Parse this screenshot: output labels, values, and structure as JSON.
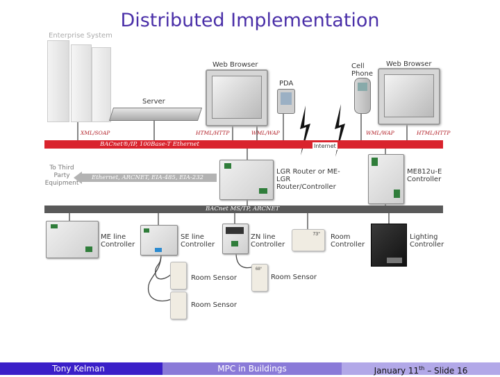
{
  "title": "Distributed Implementation",
  "labels": {
    "enterprise": "Enterprise System",
    "web_browser": "Web Browser",
    "server": "Server",
    "pda": "PDA",
    "cell_phone": "Cell Phone",
    "internet": "Internet",
    "third_party": "To Third Party Equipment",
    "lgr": "LGR Router or ME-LGR Router/Controller",
    "me812": "ME812u-E Controller",
    "me_line": "ME line Controller",
    "se_line": "SE line Controller",
    "zn_line": "ZN line Controller",
    "room_ctrl": "Room Controller",
    "lighting": "Lighting Controller",
    "room_sensor": "Room Sensor",
    "thermostat_reading": "73°",
    "sensor_reading": "68°"
  },
  "buses": {
    "ethernet": "BACnet®/IP, 100Base-T Ethernet",
    "legacy": "Ethernet, ARCNET, EIA-485, EIA-232",
    "mstp": "BACnet MS/TP, ARCNET"
  },
  "protocols": {
    "xml_soap": "XML/SOAP",
    "html_http": "HTML/HTTP",
    "wml_wap": "WML/WAP"
  },
  "footer": {
    "author": "Tony Kelman",
    "course": "MPC in Buildings",
    "date_prefix": "January 11",
    "date_sup": "th",
    "slide": " – Slide 16"
  },
  "colors": {
    "title": "#4a2fa8",
    "ethernet_bus": "#d9232d",
    "mstp_bus": "#595959",
    "footer_dark": "#3a1fc8",
    "footer_mid": "#8a7ad8",
    "footer_light": "#b2a8e8"
  }
}
